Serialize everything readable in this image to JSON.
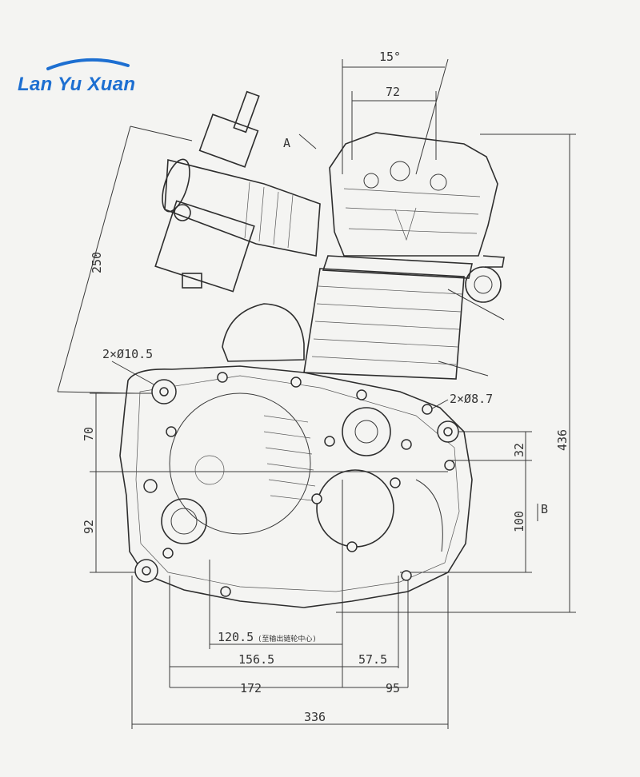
{
  "logo": {
    "text": "Lan Yu Xuan",
    "color": "#1d6fd1"
  },
  "dimensions": {
    "angle": "15°",
    "top_width": "72",
    "diagonal": "250",
    "hole_left": "2×Ø10.5",
    "hole_right": "2×Ø8.7",
    "left_upper": "70",
    "left_lower": "92",
    "right_upper": "32",
    "right_lower": "100",
    "total_height": "436",
    "bottom_1": "120.5",
    "bottom_1_note": "(至输出链轮中心)",
    "bottom_2a": "156.5",
    "bottom_2b": "57.5",
    "bottom_3a": "172",
    "bottom_3b": "95",
    "bottom_total": "336",
    "view_a": "A",
    "view_b": "B"
  }
}
